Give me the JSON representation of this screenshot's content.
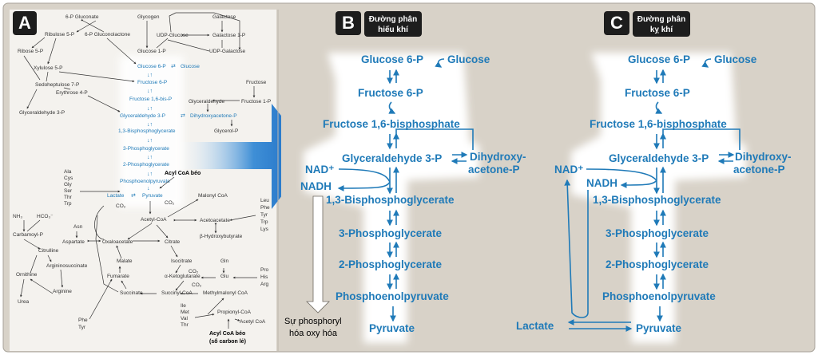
{
  "panels": {
    "a": {
      "letter": "A",
      "nodes": {
        "gluconate": "6-P Gluconate",
        "ribulose": "Ribulose 5-P",
        "gluconolactone": "6-P Gluconolactone",
        "ribose": "Ribose 5-P",
        "xylulose": "Xylulose 5-P",
        "sedoheptulose": "Sedoheptulose 7-P",
        "erythrose": "Erythrose 4-P",
        "glyceraldehyde_left": "Glyceraldehyde 3-P",
        "glycogen": "Glycogen",
        "galactose": "Galactose",
        "udp_glucose": "UDP-Glucose",
        "galactose_1p": "Galactose 1-P",
        "glucose_1p": "Glucose 1-P",
        "udp_galactose": "UDP-Galactose",
        "glucose_6p": "Glucose 6-P",
        "glucose": "Glucose",
        "fructose_6p": "Fructose 6-P",
        "fructose": "Fructose",
        "fructose_16bp": "Fructose 1,6-bis-P",
        "glyceraldehyde": "Glyceraldehyde",
        "fructose_1p": "Fructose 1-P",
        "gap": "Glyceraldehyde 3-P",
        "dhap": "Dihydroxyacetone-P",
        "bpg": "1,3-Bisphosphoglycerate",
        "glycerol_p": "Glycerol-P",
        "pg3": "3-Phosphoglycerate",
        "pg2": "2-Phosphoglycerate",
        "pep": "Phosphoenolpyruvate",
        "lactate": "Lactate",
        "pyruvate": "Pyruvate",
        "co2": "CO₂",
        "acyl_coa": "Acyl CoA béo",
        "aa_group1": [
          "Ala",
          "Cys",
          "Gly",
          "Ser",
          "Thr",
          "Trp"
        ],
        "acetyl_coa": "Acetyl-CoA",
        "malonyl_coa": "Malonyl CoA",
        "aa_group2": [
          "Leu",
          "Phe",
          "Tyr",
          "Trp",
          "Lys"
        ],
        "acetoacetate": "Acetoacetate",
        "hydroxybutyrate": "β-Hydroxybutyrate",
        "nh3": "NH₃",
        "hco3": "HCO₃⁻",
        "asn": "Asn",
        "carbamoyl": "Carbamoyl-P",
        "aspartate": "Aspartate",
        "oxaloacetate": "Oxaloacetate",
        "citrate": "Citrate",
        "citrulline": "Citrulline",
        "argininosuccinate": "Argininosuccinate",
        "isocitrate": "Isocitrate",
        "gln": "Gln",
        "malate": "Malate",
        "glu": "Glu",
        "aa_group3": [
          "Pro",
          "His",
          "Arg"
        ],
        "ornithine": "Ornithine",
        "fumarate": "Fumarate",
        "akg": "α-Ketoglutarate",
        "arginine": "Arginine",
        "succinate": "Succinate",
        "succinyl_coa": "Succinyl CoA",
        "methylmalonyl": "Methylmalonyl CoA",
        "urea": "Urea",
        "aa_group4": [
          "Ile",
          "Met",
          "Val",
          "Thr"
        ],
        "propionyl": "Propionyl-CoA",
        "acetyl_coa2": "Acetyl CoA",
        "aa_group5": [
          "Phe",
          "Tyr"
        ],
        "acyl_coa_odd": "Acyl CoA béo",
        "acyl_coa_odd_sub": "(số carbon lẻ)"
      }
    },
    "b": {
      "letter": "B",
      "title_line1": "Đường phân",
      "title_line2": "hiếu khí",
      "side_label_line1": "Sự phosphoryl",
      "side_label_line2": "hóa oxy hóa"
    },
    "c": {
      "letter": "C",
      "title_line1": "Đường phân",
      "title_line2": "kỵ khí",
      "lactate": "Lactate"
    }
  },
  "glycolysis": {
    "glucose_6p": "Glucose 6-P",
    "glucose": "Glucose",
    "fructose_6p": "Fructose 6-P",
    "fructose_16bp": "Fructose 1,6-bisphosphate",
    "gap": "Glyceraldehyde 3-P",
    "dhap_line1": "Dihydroxy-",
    "dhap_line2": "acetone-P",
    "nad": "NAD⁺",
    "nadh": "NADH",
    "bpg": "1,3-Bisphosphoglycerate",
    "pg3": "3-Phosphoglycerate",
    "pg2": "2-Phosphoglycerate",
    "pep": "Phosphoenolpyruvate",
    "pyruvate": "Pyruvate"
  },
  "colors": {
    "background": "#d8d2c8",
    "pathway_blue": "#1f7ab8",
    "badge": "#1d1d1d"
  }
}
